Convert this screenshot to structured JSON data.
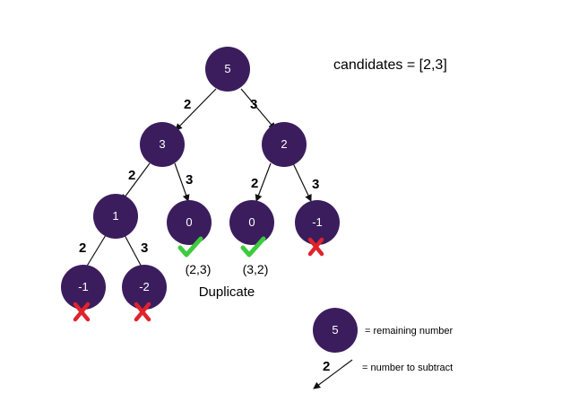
{
  "title": "candidates = [2,3]",
  "colors": {
    "node": "#3b1d5e",
    "node_text": "#ffffff",
    "check": "#3ecb3e",
    "cross": "#e0232b"
  },
  "nodes": {
    "root": "5",
    "left": "3",
    "right": "2",
    "left_left": "1",
    "left_right": "0",
    "right_left": "0",
    "right_right": "-1",
    "leaf_a": "-1",
    "leaf_b": "-2"
  },
  "edges": {
    "root_left": "2",
    "root_right": "3",
    "left_left": "2",
    "left_right": "3",
    "right_left": "2",
    "right_right": "3",
    "ll_a": "2",
    "ll_b": "3"
  },
  "results": {
    "path_a": "(2,3)",
    "path_b": "(3,2)",
    "duplicate": "Duplicate"
  },
  "legend": {
    "node_sample": "5",
    "node_desc": "= remaining number",
    "edge_sample": "2",
    "edge_desc": "= number to subtract"
  },
  "marks": {
    "valid": "check-mark-icon",
    "invalid": "cross-mark-icon"
  }
}
